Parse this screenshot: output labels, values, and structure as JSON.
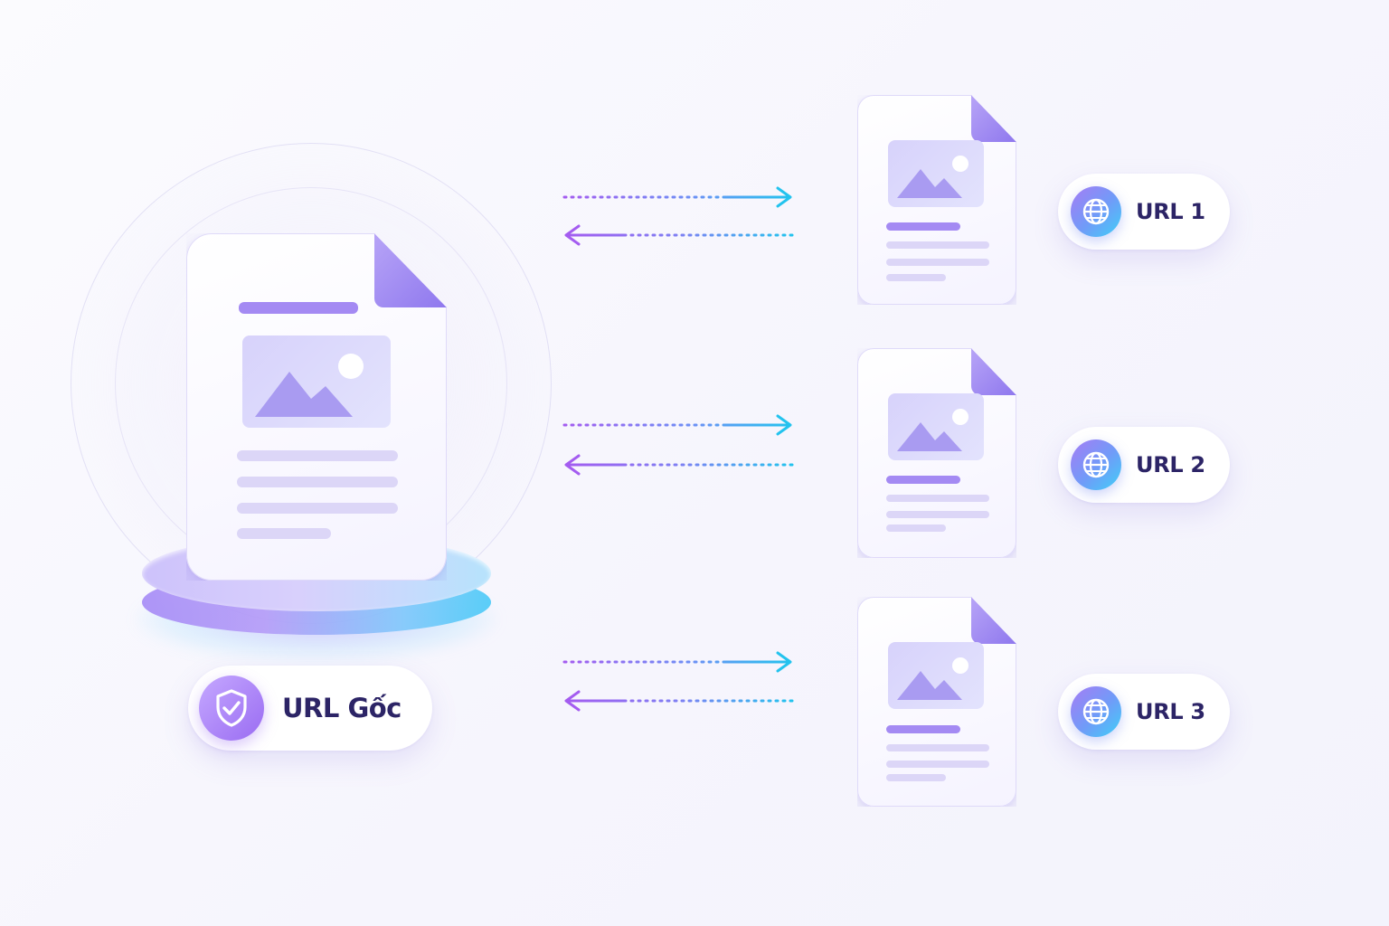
{
  "origin": {
    "label": "URL Gốc",
    "icon": "shield-check-icon"
  },
  "copies": [
    {
      "label": "URL 1",
      "icon": "globe-icon"
    },
    {
      "label": "URL 2",
      "icon": "globe-icon"
    },
    {
      "label": "URL 3",
      "icon": "globe-icon"
    }
  ],
  "colors": {
    "primary_purple": "#9a6cf2",
    "accent_cyan": "#23c3ee",
    "text_dark": "#2c2466",
    "doc_accent": "#a48af3"
  }
}
